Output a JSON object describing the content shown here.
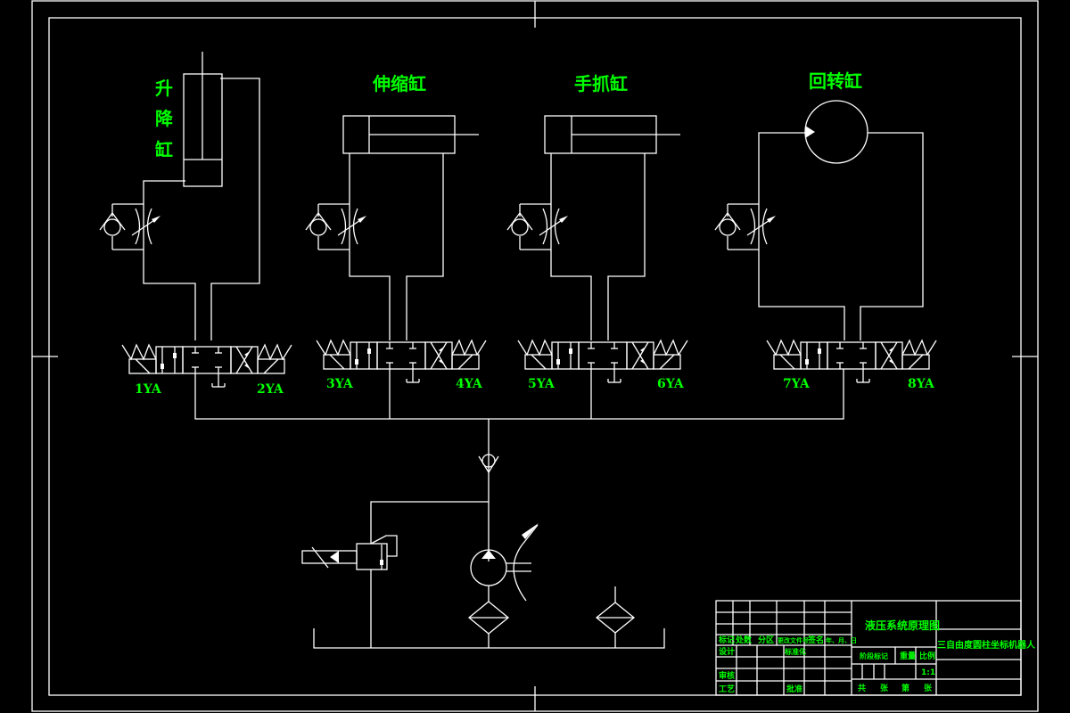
{
  "drawing": {
    "background": "#000000",
    "line_color": "#ffffff",
    "text_color": "#00ff00"
  },
  "components": {
    "lift_cylinder": {
      "label_chars": [
        "升",
        "降",
        "缸"
      ]
    },
    "extend_cylinder": {
      "label": "伸缩缸"
    },
    "gripper_cylinder": {
      "label": "手抓缸"
    },
    "rotary_actuator": {
      "label": "回转缸"
    }
  },
  "valves": [
    {
      "left": "1YA",
      "right": "2YA"
    },
    {
      "left": "3YA",
      "right": "4YA"
    },
    {
      "left": "5YA",
      "right": "6YA"
    },
    {
      "left": "7YA",
      "right": "8YA"
    }
  ],
  "title_block": {
    "drawing_name": "液压系统原理图",
    "project": "三自由度圆柱坐标机器人",
    "rev_headers": [
      "标记",
      "处数",
      "分区",
      "更改文件号",
      "签名",
      "年、月、日"
    ],
    "design": "设计",
    "standardization": "标准化",
    "stage_mark": "阶段标记",
    "weight": "重量",
    "scale": "比例",
    "scale_value": "1:1",
    "review": "审核",
    "process": "工艺",
    "approve": "批准",
    "sheets": [
      "共",
      "张",
      "第",
      "张"
    ]
  }
}
